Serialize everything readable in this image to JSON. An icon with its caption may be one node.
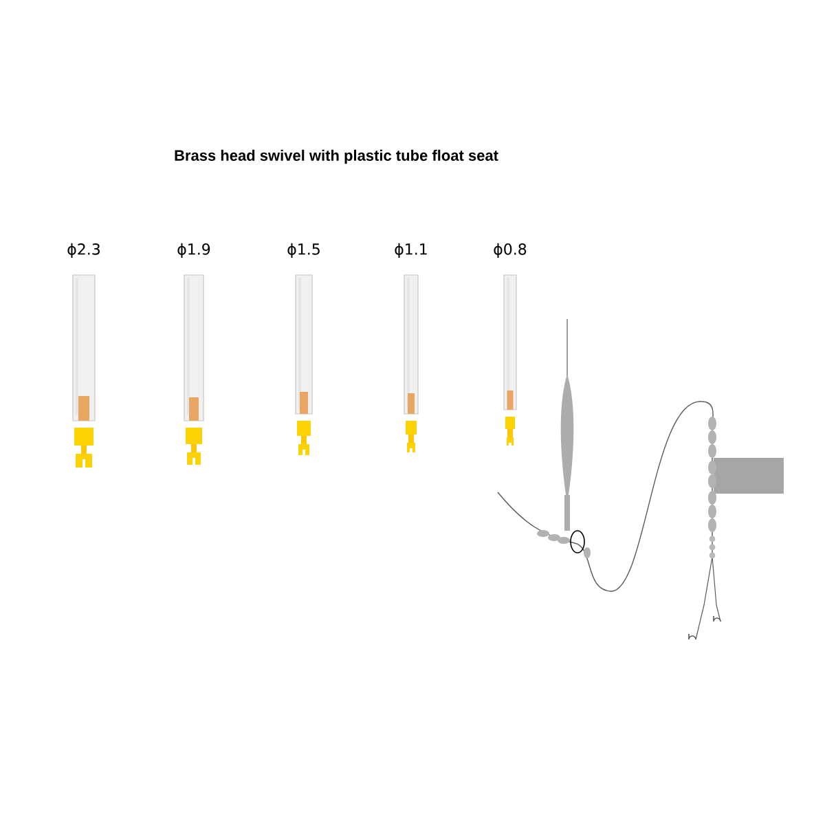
{
  "diagram": {
    "title": "Brass head swivel with plastic tube float seat",
    "labels": [
      "ϕ2.3",
      "ϕ1.9",
      "ϕ1.5",
      "ϕ1.1",
      "ϕ0.8"
    ]
  }
}
